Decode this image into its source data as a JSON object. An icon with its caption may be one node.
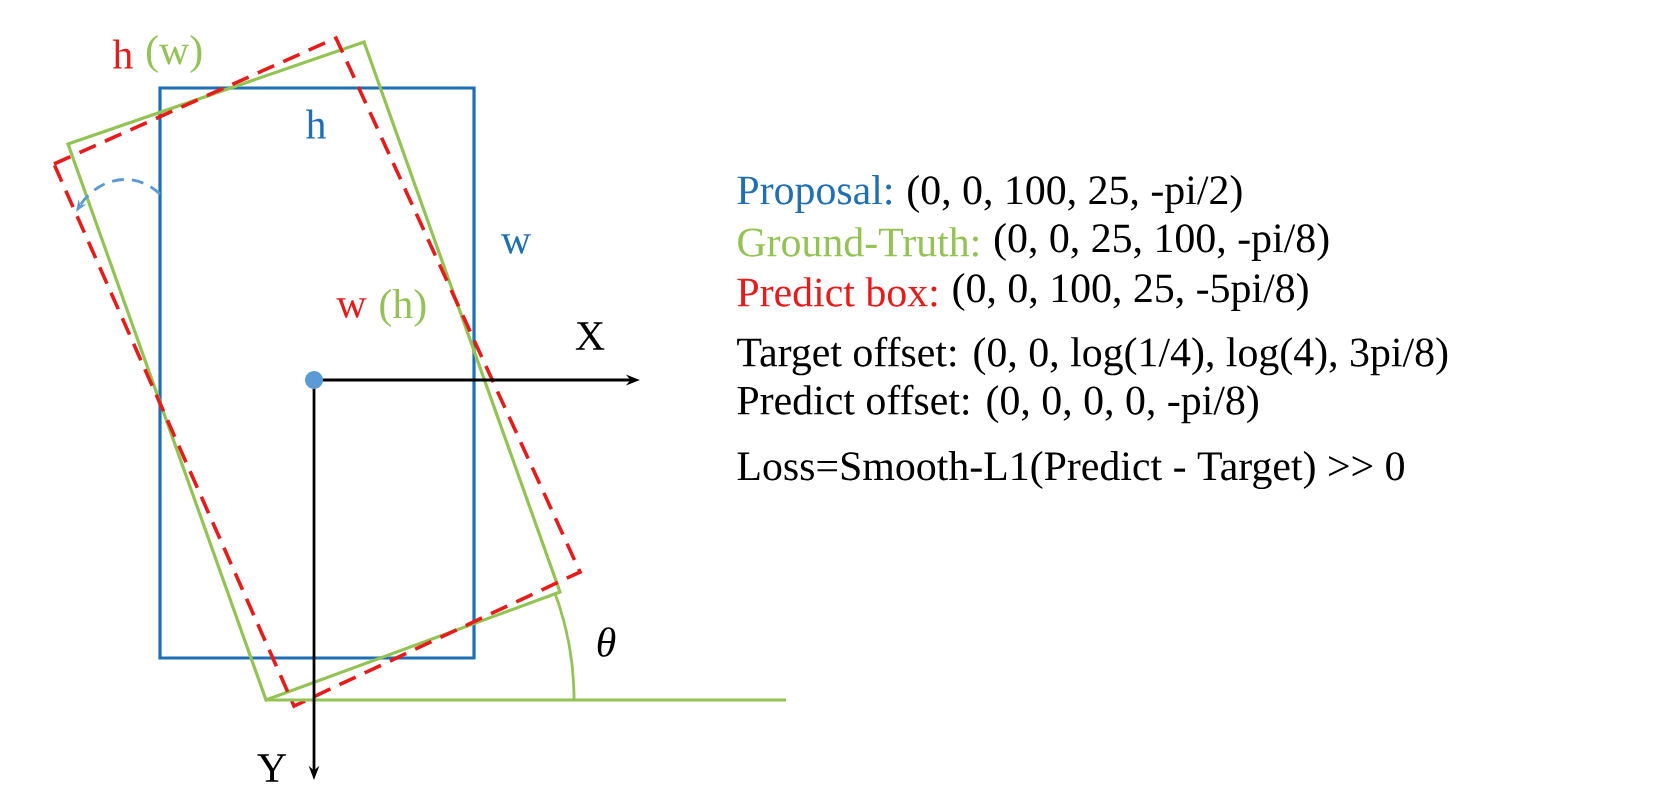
{
  "diagram": {
    "labels": [
      "h",
      "(w)",
      "h",
      "w",
      "w",
      "(h)",
      "X",
      "Proposal:",
      "(0, 0, 100, 25, -pi/2)",
      "Ground-Truth:",
      "(0, 0, 25, 100, -pi/8)",
      "Predict box:",
      "(0, 0, 100, 25, -5pi/8)",
      "Target offset: (0, 0, log(1/4), log(4), 3pi/8)",
      "Predict offset: (0, 0, 0, 0, -pi/8)",
      "Loss=Smooth-L1(Predict - Target) >> 0",
      "θ",
      "Y"
    ]
  }
}
